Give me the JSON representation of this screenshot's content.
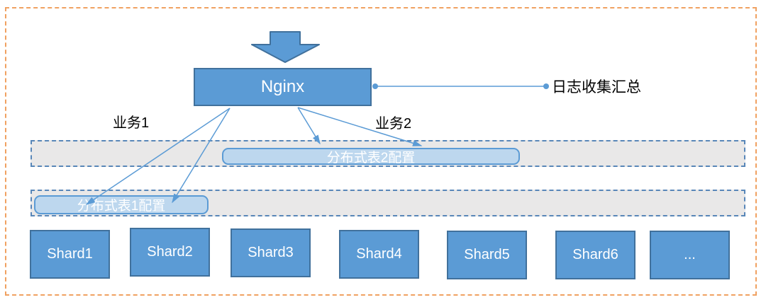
{
  "diagram": {
    "nginx": {
      "label": "Nginx"
    },
    "annotations": {
      "business1": "业务1",
      "business2": "业务2",
      "log_collection": "日志收集汇总"
    },
    "config_nodes": {
      "table2": "分布式表2配置",
      "table1": "分布式表1配置"
    },
    "shards": [
      "Shard1",
      "Shard2",
      "Shard3",
      "Shard4",
      "Shard5",
      "Shard6",
      "..."
    ],
    "icons": {
      "top_arrow": "down-block-arrow"
    },
    "colors": {
      "node_blue": "#5B9BD5",
      "node_blue_border": "#41719C",
      "config_fill": "#BDD7EE",
      "band_fill": "#E9E8E8",
      "band_border": "#5886B8",
      "outer_border": "#F0A161",
      "connector": "#5B9BD5",
      "text_dark": "#000000",
      "text_light": "#FFFFFF"
    }
  }
}
